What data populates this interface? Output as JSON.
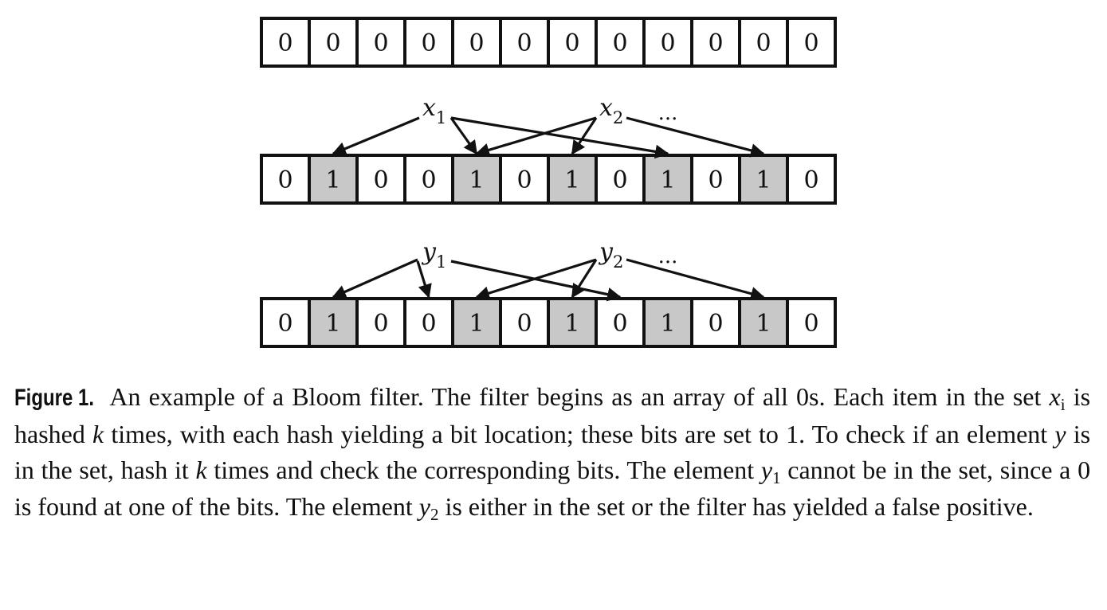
{
  "arrays": [
    {
      "name": "empty-filter",
      "bits": [
        "0",
        "0",
        "0",
        "0",
        "0",
        "0",
        "0",
        "0",
        "0",
        "0",
        "0",
        "0"
      ]
    },
    {
      "name": "filter-after-inserts",
      "bits": [
        "0",
        "1",
        "0",
        "0",
        "1",
        "0",
        "1",
        "0",
        "1",
        "0",
        "1",
        "0"
      ]
    },
    {
      "name": "filter-query",
      "bits": [
        "0",
        "1",
        "0",
        "0",
        "1",
        "0",
        "1",
        "0",
        "1",
        "0",
        "1",
        "0"
      ]
    }
  ],
  "shaded_color": "#c8c8c8",
  "insert_labels": [
    {
      "letter": "x",
      "sub": "1",
      "targets": [
        1,
        4,
        8
      ]
    },
    {
      "letter": "x",
      "sub": "2",
      "targets": [
        4,
        6,
        10
      ]
    }
  ],
  "query_labels": [
    {
      "letter": "y",
      "sub": "1",
      "targets": [
        1,
        3,
        7
      ]
    },
    {
      "letter": "y",
      "sub": "2",
      "targets": [
        4,
        6,
        10
      ]
    }
  ],
  "ellipsis": "...",
  "caption": {
    "label": "Figure 1.",
    "p1": "An example of a Bloom filter. The filter begins as an array of all 0s. Each item in the set",
    "x": "x",
    "x_sub": "i",
    "p2": "is hashed",
    "k1": "k",
    "p3": "times, with each hash yielding a bit location; these bits are set to 1. To check if an element",
    "y": "y",
    "p4": "is in the set, hash it",
    "k2": "k",
    "p5": "times and check the corresponding bits. The element",
    "y1": "y",
    "y1_sub": "1",
    "p6": "cannot be in the set, since a 0 is found at one of the bits. The element",
    "y2": "y",
    "y2_sub": "2",
    "p7": "is either in the set or the filter has yielded a false positive."
  }
}
